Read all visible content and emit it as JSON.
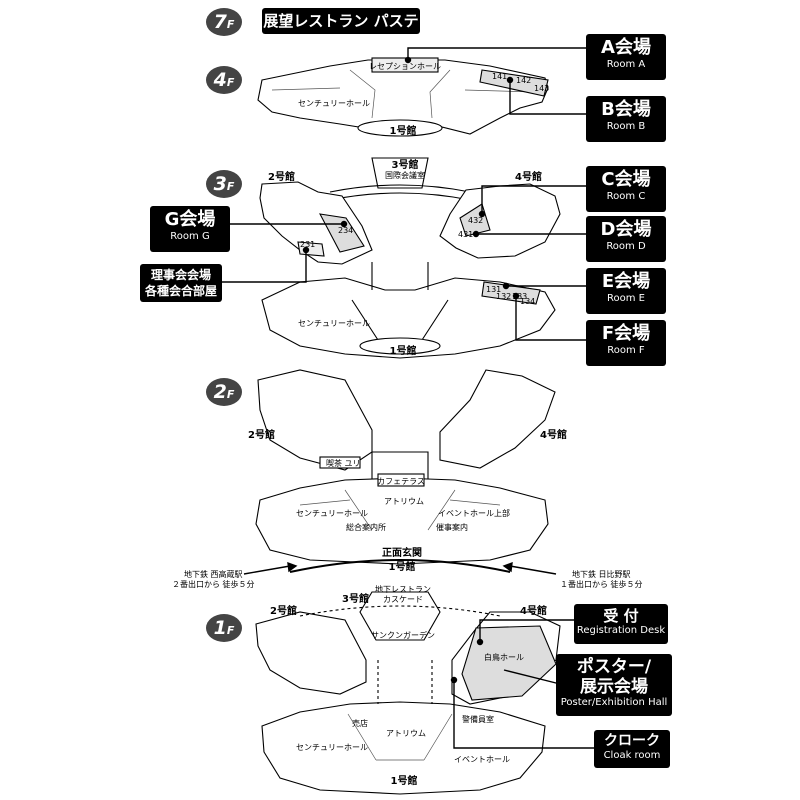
{
  "floors": {
    "f7": "7",
    "f4": "4",
    "f3": "3",
    "f2": "2",
    "f1": "1",
    "suffix": "F"
  },
  "floor7_title": "展望レストラン パステル",
  "labels": {
    "A": {
      "main": "A会場",
      "sub": "Room A"
    },
    "B": {
      "main": "B会場",
      "sub": "Room B"
    },
    "C": {
      "main": "C会場",
      "sub": "Room C"
    },
    "D": {
      "main": "D会場",
      "sub": "Room D"
    },
    "E": {
      "main": "E会場",
      "sub": "Room E"
    },
    "F": {
      "main": "F会場",
      "sub": "Room F"
    },
    "G": {
      "main": "G会場",
      "sub": "Room G"
    },
    "council": {
      "line1": "理事会会場",
      "line2": "各種会合部屋"
    },
    "reception": {
      "main": "受 付",
      "sub": "Registration Desk"
    },
    "poster": {
      "line1": "ポスター/",
      "line2": "展示会場",
      "sub": "Poster/Exhibition Hall"
    },
    "cloak": {
      "main": "クローク",
      "sub": "Cloak room"
    }
  },
  "map_text": {
    "reception_hall": "レセプションホール",
    "century_hall": "センチュリーホール",
    "bldg1": "1号館",
    "bldg2": "2号館",
    "bldg3": "3号館",
    "bldg4": "4号館",
    "intl_conf": "国際会議室",
    "r141": "141",
    "r142": "142",
    "r143": "143",
    "r231": "231",
    "r234": "234",
    "r431": "431",
    "r432": "432",
    "r131": "131",
    "r132": "132",
    "r133": "133",
    "r134": "134",
    "cafe_yuri": "喫茶 ユリ",
    "cafe_terrace": "カフェテラス",
    "atrium": "アトリウム",
    "info": "総合案内所",
    "event_upper": "イベントホール上部",
    "event_info": "催事案内",
    "main_entrance": "正面玄関",
    "subway_rest": "地下レストラン",
    "cascade": "カスケード",
    "sunken": "サンクンガーデン",
    "hakucho": "白鳥ホール",
    "shop": "売店",
    "security": "警備員室",
    "event_hall": "イベントホール"
  },
  "stations": {
    "left": {
      "line1": "地下鉄 西高蔵駅",
      "line2": "２番出口から 徒歩５分"
    },
    "right": {
      "line1": "地下鉄 日比野駅",
      "line2": "１番出口から 徒歩５分"
    }
  }
}
